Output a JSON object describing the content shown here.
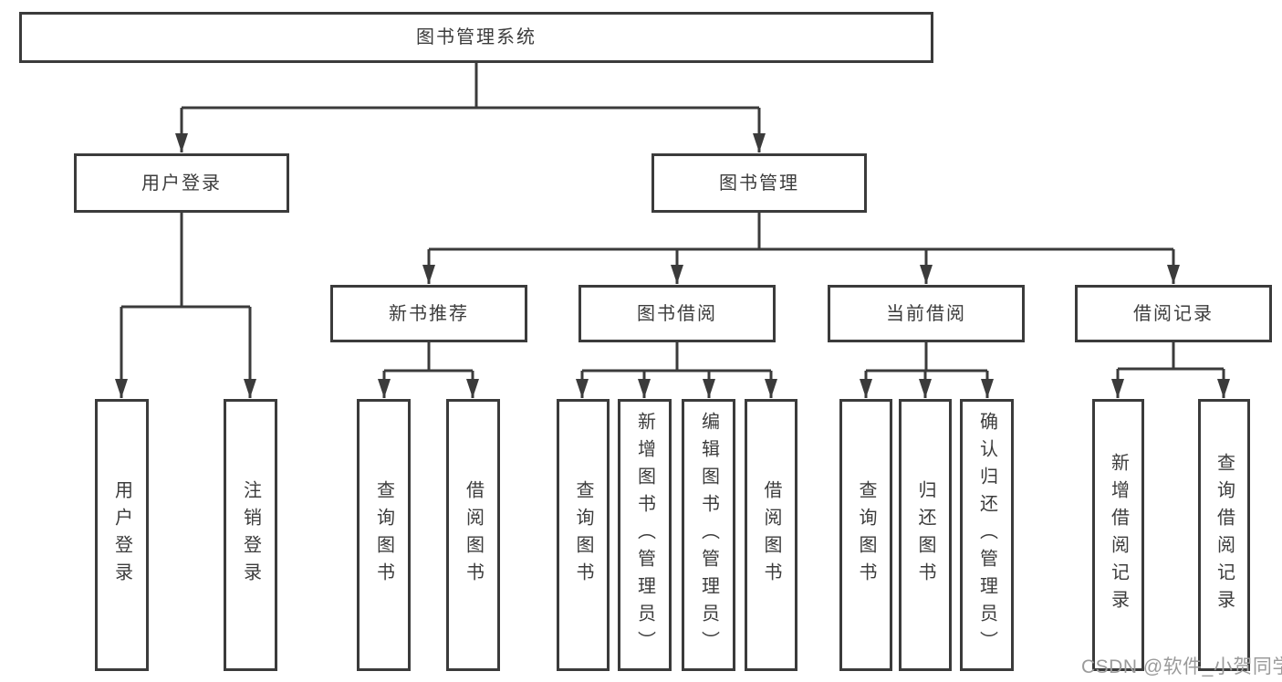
{
  "tree": {
    "root": {
      "label": "图书管理系统"
    },
    "branches": [
      {
        "label": "用户登录",
        "children": [
          {
            "label": "用户登录"
          },
          {
            "label": "注销登录"
          }
        ]
      },
      {
        "label": "图书管理",
        "children": [
          {
            "label": "新书推荐",
            "children": [
              {
                "label": "查询图书"
              },
              {
                "label": "借阅图书"
              }
            ]
          },
          {
            "label": "图书借阅",
            "children": [
              {
                "label": "查询图书"
              },
              {
                "label": "新增图书（管理员）"
              },
              {
                "label": "编辑图书（管理员）"
              },
              {
                "label": "借阅图书"
              }
            ]
          },
          {
            "label": "当前借阅",
            "children": [
              {
                "label": "查询图书"
              },
              {
                "label": "归还图书"
              },
              {
                "label": "确认归还（管理员）"
              }
            ]
          },
          {
            "label": "借阅记录",
            "children": [
              {
                "label": "新增借阅记录"
              },
              {
                "label": "查询借阅记录"
              }
            ]
          }
        ]
      }
    ]
  },
  "watermark": {
    "text": "CSDN @软件_小贺同学"
  },
  "colors": {
    "line": "#3b3b3b",
    "border": "#3b3b3b",
    "text": "#3c3c3c",
    "watermark": "#9b9b9b",
    "background": "#ffffff"
  }
}
